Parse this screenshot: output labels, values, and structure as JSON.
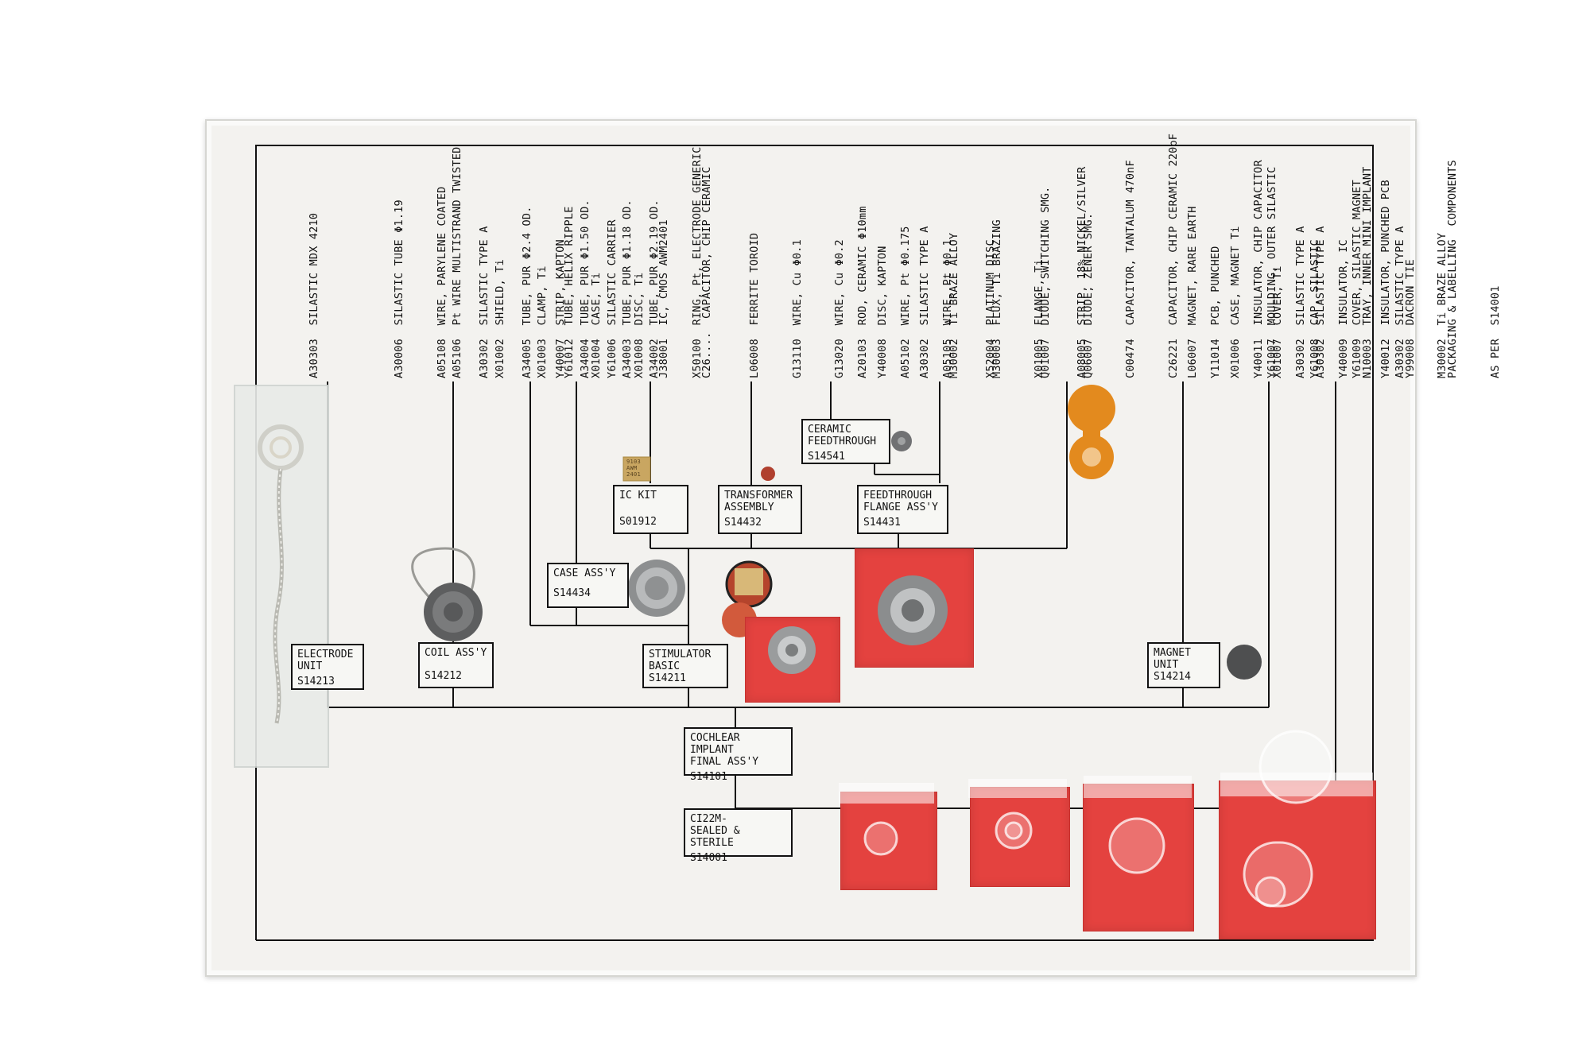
{
  "parts_columns": [
    {
      "id": "electrode",
      "rows": [
        [
          "A30303",
          "SILASTIC MDX 4210"
        ],
        [
          "",
          ""
        ],
        [
          "A30006",
          "SILASTIC TUBE Φ1.19"
        ],
        [
          "A05108",
          "WIRE, PARYLENE COATED"
        ],
        [
          "A30302",
          "SILASTIC TYPE A"
        ],
        [
          "A34005",
          "TUBE, PUR Φ2.4 OD."
        ],
        [
          "Y61012",
          "TUBE, HELIX RIPPLE"
        ],
        [
          "Y61006",
          "SILASTIC CARRIER"
        ],
        [
          "A34002",
          "TUBE, PUR Φ2.19 OD."
        ],
        [
          "X50100",
          "RING, Pt, ELECTRODE GENERIC"
        ]
      ]
    },
    {
      "id": "coil",
      "rows": [
        [
          "A05106",
          "Pt WIRE MULTISTRAND TWISTED"
        ],
        [
          "X01002",
          "SHIELD, Ti"
        ],
        [
          "X01003",
          "CLAMP, Ti"
        ],
        [
          "A34004",
          "TUBE, PUR Φ1.50 OD."
        ],
        [
          "A34003",
          "TUBE, PUR Φ1.18 OD."
        ]
      ]
    },
    {
      "id": "strip",
      "rows": [
        [
          "Y40007",
          "STRIP, KAPTON"
        ]
      ]
    },
    {
      "id": "case",
      "rows": [
        [
          "X01004",
          "CASE, Ti"
        ],
        [
          "X01008",
          "DISC, Ti"
        ]
      ]
    },
    {
      "id": "ic",
      "rows": [
        [
          "J38001",
          "IC, CMOS AWM2401"
        ],
        [
          "C26....",
          "CAPACITOR, CHIP CERAMIC"
        ]
      ]
    },
    {
      "id": "transformer",
      "rows": [
        [
          "L06008",
          "FERRITE TOROID"
        ],
        [
          "G13110",
          "WIRE, Cu Φ0.1"
        ],
        [
          "G13020",
          "WIRE, Cu Φ0.2"
        ],
        [
          "Y40008",
          "DISC, KAPTON"
        ],
        [
          "A30302",
          "SILASTIC TYPE A"
        ]
      ]
    },
    {
      "id": "ceramic",
      "rows": [
        [
          "A20103",
          "ROD, CERAMIC Φ10mm"
        ],
        [
          "A05102",
          "WIRE, Pt Φ0.175"
        ],
        [
          "A05105",
          "WIRE, Pt Φ0.1"
        ],
        [
          "X52004",
          "PLATINUM DISC"
        ]
      ]
    },
    {
      "id": "flange",
      "rows": [
        [
          "M30002",
          "Ti BRAZE ALLOY"
        ],
        [
          "M30003",
          "FLUX, Ti BRAZING"
        ],
        [
          "X01005",
          "FLANGE, Ti"
        ],
        [
          "A08005",
          "STRIP, 18% NICKEL/SILVER"
        ]
      ]
    },
    {
      "id": "electronics",
      "rows": [
        [
          "Q01007",
          "DIODE, SWITCHING SMG."
        ],
        [
          "Q06007",
          "DIODE, ZENER SMG."
        ],
        [
          "C00474",
          "CAPACITOR, TANTALUM 470nF"
        ],
        [
          "C26221",
          "CAPACITOR, CHIP CERAMIC 220pF"
        ],
        [
          "Y11014",
          "PCB, PUNCHED"
        ],
        [
          "Y40011",
          "INSULATOR, CHIP CAPACITOR"
        ],
        [
          "A30302",
          "SILASTIC TYPE A"
        ],
        [
          "Y40009",
          "INSULATOR, IC"
        ],
        [
          "Y40012",
          "INSULATOR, PUNCHED PCB"
        ]
      ]
    },
    {
      "id": "magnet",
      "rows": [
        [
          "L06007",
          "MAGNET, RARE EARTH"
        ],
        [
          "X01006",
          "CASE, MAGNET Ti"
        ],
        [
          "X01007",
          "COVER, Ti"
        ],
        [
          "A30302",
          "SILASTIC TYPE A"
        ]
      ]
    },
    {
      "id": "moulding",
      "rows": [
        [
          "Y61007",
          "MOULDING, OUTER SILASTIC"
        ],
        [
          "Y61008",
          "CAP, SILASTIC"
        ],
        [
          "Y61009",
          "COVER, SILASTIC MAGNET"
        ],
        [
          "A30302",
          "SILASTIC TYPE A"
        ],
        [
          "M30002",
          "Ti BRAZE ALLOY"
        ]
      ]
    },
    {
      "id": "packaging",
      "rows": [
        [
          "N10003",
          "TRAY, INNER MINI IMPLANT"
        ],
        [
          "Y99008",
          "DACRON TIE"
        ],
        [
          "",
          "PACKAGING & LABELLING  COMPONENTS"
        ],
        [
          "",
          "AS PER  S14001"
        ]
      ]
    }
  ],
  "boxes": {
    "ceramic_feedthrough": {
      "title": "CERAMIC\nFEEDTHROUGH",
      "code": "S14541"
    },
    "ic_kit": {
      "title": "IC KIT",
      "code": "S01912"
    },
    "transformer_assembly": {
      "title": "TRANSFORMER\nASSEMBLY",
      "code": "S14432"
    },
    "feedthrough_flange": {
      "title": "FEEDTHROUGH\nFLANGE ASS'Y",
      "code": "S14431"
    },
    "case_assy": {
      "title": "CASE ASS'Y",
      "code": "S14434"
    },
    "electrode_unit": {
      "title": "ELECTRODE\nUNIT",
      "code": "S14213"
    },
    "coil_assy": {
      "title": "COIL ASS'Y",
      "code": "S14212"
    },
    "stimulator_basic": {
      "title": "STIMULATOR\nBASIC",
      "code": "S14211"
    },
    "magnet_unit": {
      "title": "MAGNET\nUNIT",
      "code": "S14214"
    },
    "cochlear_final": {
      "title": "COCHLEAR IMPLANT\nFINAL  ASS'Y",
      "code": "S14101"
    },
    "ci22m": {
      "title": "CI22M-\nSEALED & STERILE",
      "code": "S14001"
    }
  },
  "ic_chip_markings": [
    "9103",
    "AWM",
    "2401"
  ],
  "colors": {
    "board": "#f3f2ef",
    "ink": "#111111",
    "red_bag": "#e4423f",
    "titanium": "#8d8f90",
    "pcb_orange": "#e38a1e"
  }
}
